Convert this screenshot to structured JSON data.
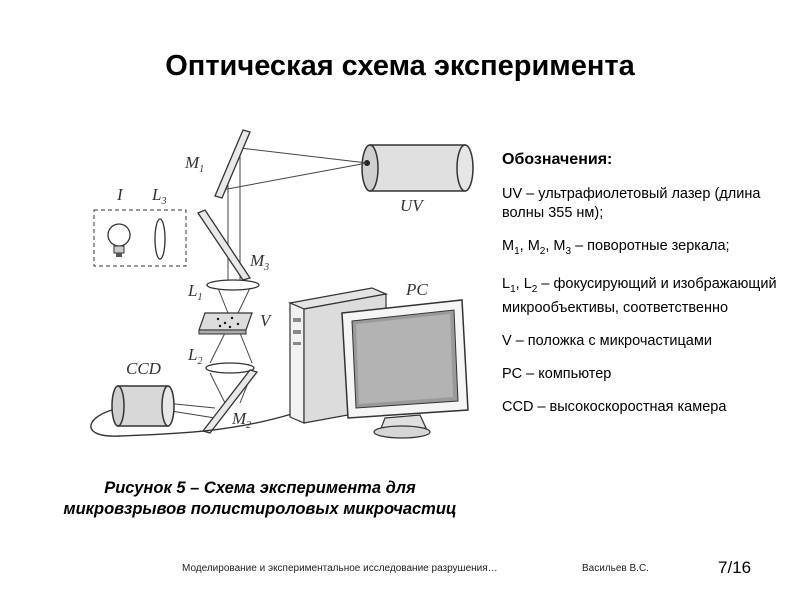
{
  "title": "Оптическая схема эксперимента",
  "legend": {
    "heading": "Обозначения:",
    "uv": "UV – ультрафиолетовый лазер (длина волны 355 нм);",
    "mirrors": {
      "prefix": "M",
      "s1": "1",
      "sep1": ", M",
      "s2": "2",
      "sep2": ", M",
      "s3": "3",
      "rest": " – поворотные зеркала;"
    },
    "lenses": {
      "prefix": "L",
      "s1": "1",
      "sep1": ", L",
      "s2": "2",
      "rest": " – фокусирующий и изображающий микрообъективы, соответственно"
    },
    "v": "V – положка с микрочастицами",
    "pc": "PC – компьютер",
    "ccd": "CCD – высокоскоростная камера"
  },
  "diagram": {
    "labels": {
      "M": "M",
      "M1_sub": "1",
      "M2_sub": "2",
      "M3_sub": "3",
      "L": "L",
      "L1_sub": "1",
      "L2_sub": "2",
      "L3_sub": "3",
      "I": "I",
      "UV": "UV",
      "V": "V",
      "PC": "PC",
      "CCD": "CCD"
    }
  },
  "caption": "Рисунок 5 – Схема эксперимента для микровзрывов полистироловых микрочастиц",
  "footer": {
    "topic": "Моделирование и экспериментальное исследование разрушения…",
    "author": "Васильев В.С.",
    "page": "7/16"
  }
}
